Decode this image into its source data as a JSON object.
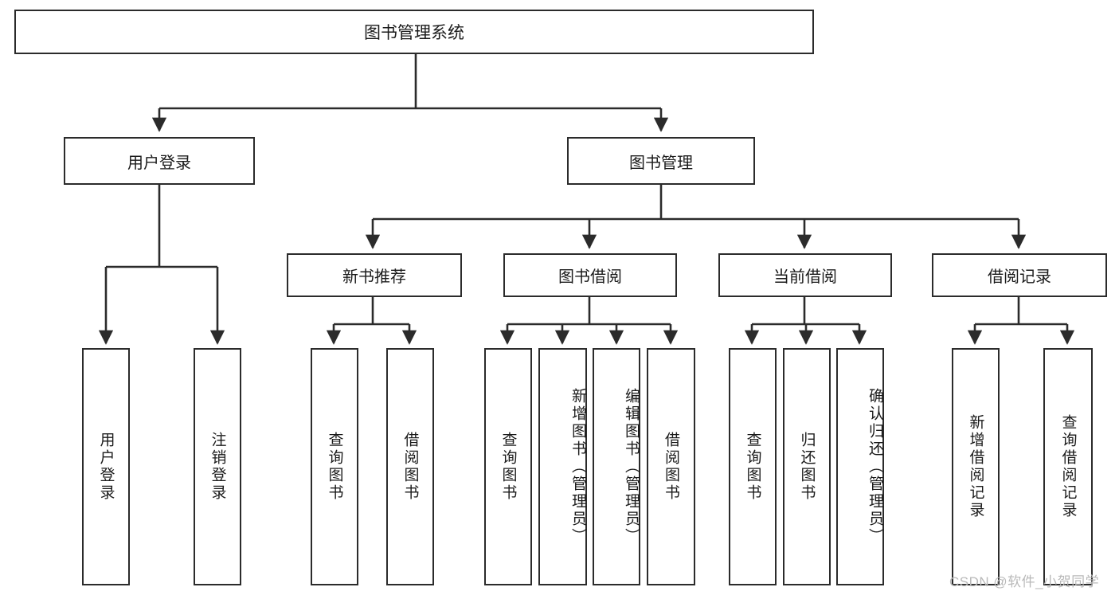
{
  "diagram": {
    "title": "图书管理系统",
    "type": "tree-hierarchy",
    "colors": {
      "background": "#ffffff",
      "box_border": "#2b2b2b",
      "box_fill": "#ffffff",
      "connector": "#2b2b2b",
      "text": "#1a1a1a",
      "watermark": "#b9b9b9"
    },
    "root": {
      "label": "图书管理系统"
    },
    "level2": [
      {
        "label": "用户登录"
      },
      {
        "label": "图书管理"
      }
    ],
    "level3": [
      {
        "label": "新书推荐"
      },
      {
        "label": "图书借阅"
      },
      {
        "label": "当前借阅"
      },
      {
        "label": "借阅记录"
      }
    ],
    "leaves": {
      "user_login": [
        {
          "label": "用户登录"
        },
        {
          "label": "注销登录"
        }
      ],
      "new_book_recommend": [
        {
          "label": "查询图书"
        },
        {
          "label": "借阅图书"
        }
      ],
      "book_borrow": [
        {
          "label": "查询图书"
        },
        {
          "label": "新增图书（管理员）"
        },
        {
          "label": "编辑图书（管理员）"
        },
        {
          "label": "借阅图书"
        }
      ],
      "current_borrow": [
        {
          "label": "查询图书"
        },
        {
          "label": "归还图书"
        },
        {
          "label": "确认归还（管理员）"
        }
      ],
      "borrow_record": [
        {
          "label": "新增借阅记录"
        },
        {
          "label": "查询借阅记录"
        }
      ]
    }
  },
  "watermark": {
    "text": "CSDN @软件_小贺同学"
  }
}
